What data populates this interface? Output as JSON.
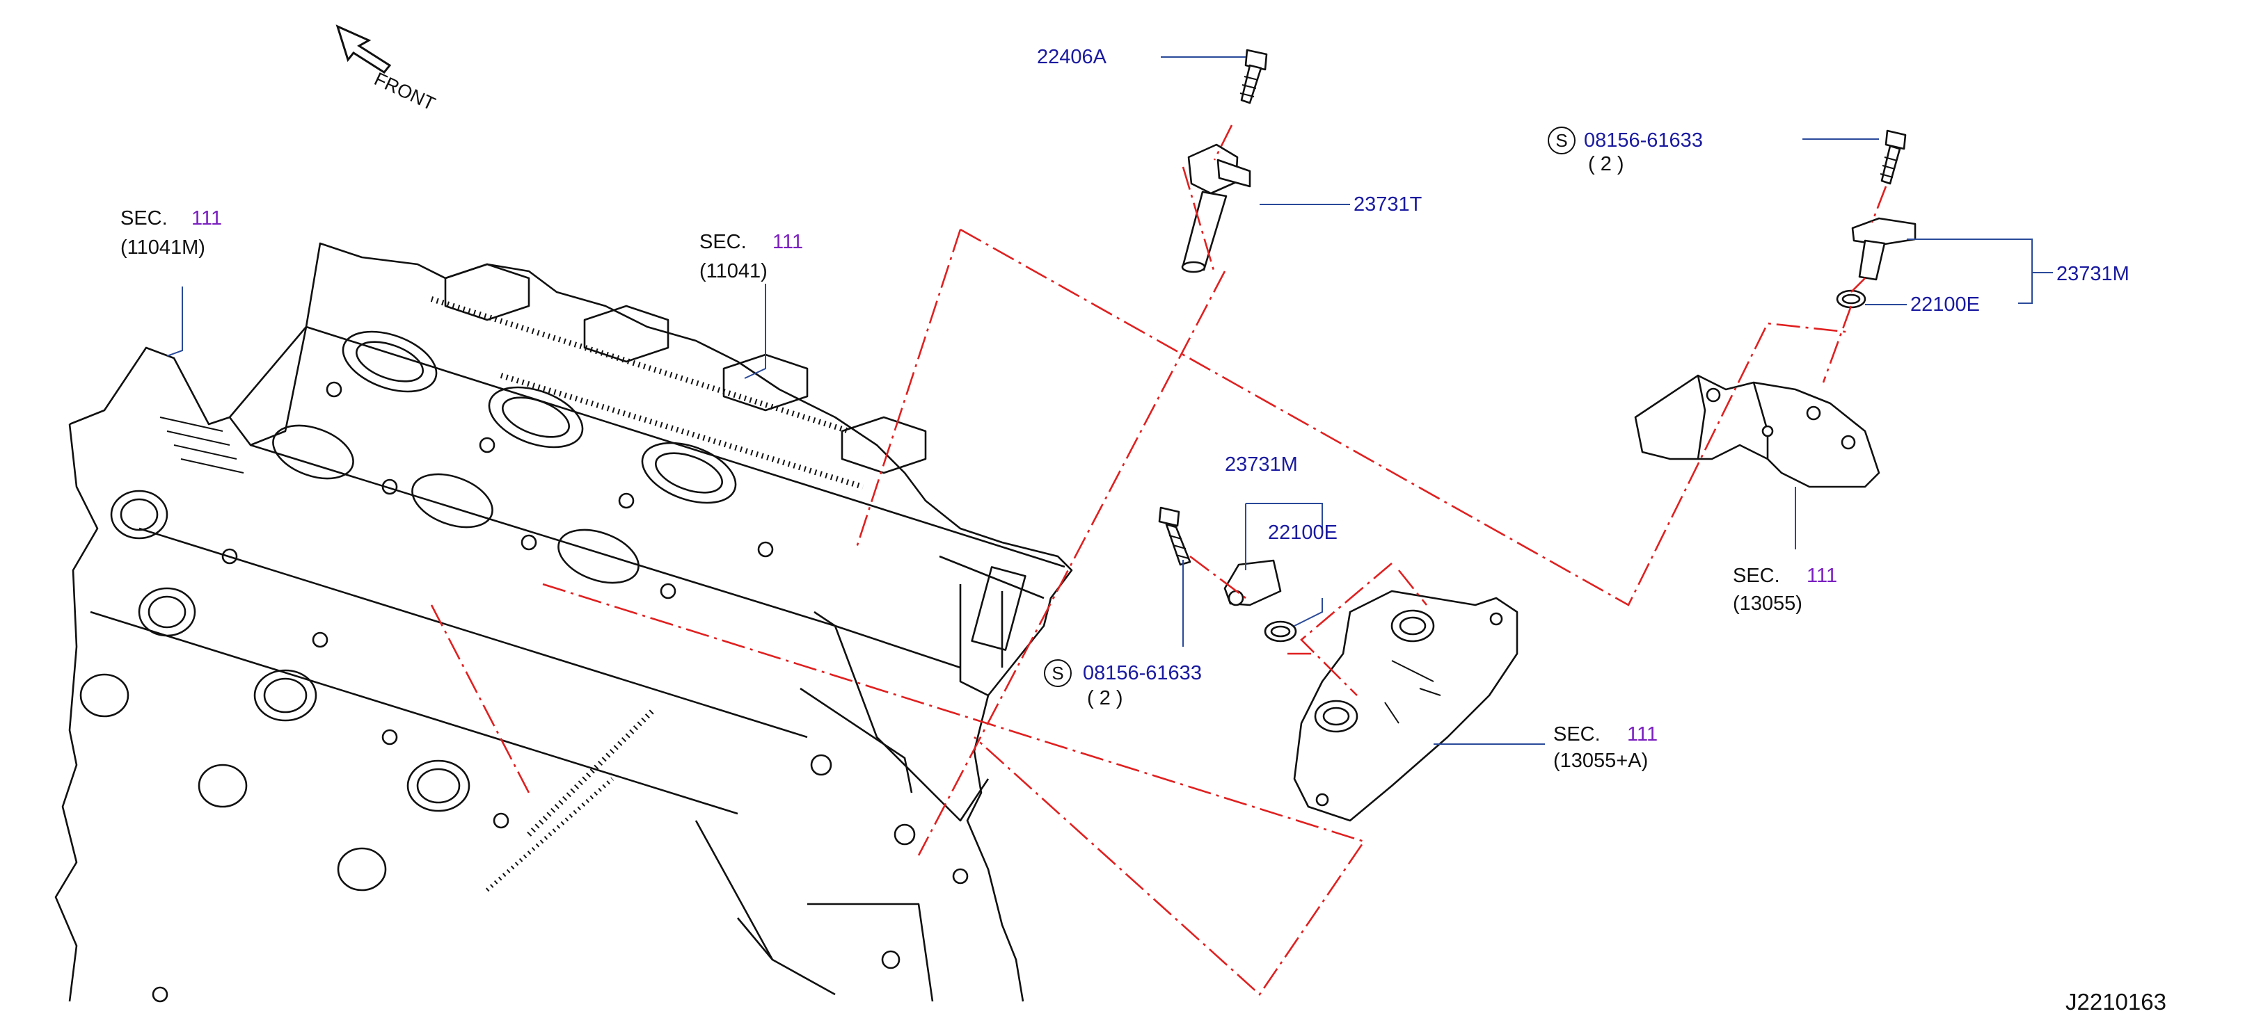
{
  "direction": {
    "label": "FRONT"
  },
  "sections": [
    {
      "sec": "SEC.",
      "num": "111",
      "code": "(11041M)"
    },
    {
      "sec": "SEC.",
      "num": "111",
      "code": "(11041)"
    },
    {
      "sec": "SEC.",
      "num": "111",
      "code": "(13055)"
    },
    {
      "sec": "SEC.",
      "num": "111",
      "code": "(13055+A)"
    }
  ],
  "parts": {
    "bolt_top": "22406A",
    "cam_sensor_top": "23731T",
    "bolt_right_num": "08156-61633",
    "bolt_right_qty": "( 2 )",
    "sensor_right": "23731M",
    "oring_right": "22100E",
    "sensor_mid": "23731M",
    "oring_mid": "22100E",
    "bolt_mid_num": "08156-61633",
    "bolt_mid_qty": "( 2 )",
    "s_mark": "S"
  },
  "diagram_code": "J2210163",
  "colors": {
    "part_number": "#1a1aa0",
    "section_number": "#7a1fc0",
    "phantom_line": "#e02020",
    "leader": "#2a4a9a"
  }
}
